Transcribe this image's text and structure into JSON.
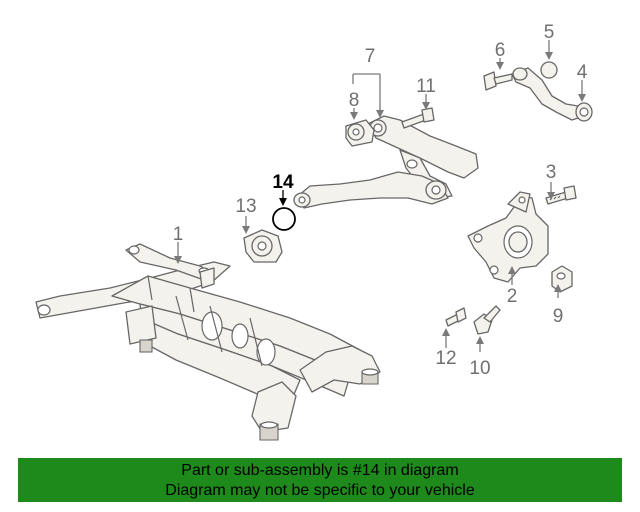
{
  "callouts": [
    {
      "id": "1",
      "label": "1"
    },
    {
      "id": "2",
      "label": "2"
    },
    {
      "id": "3",
      "label": "3"
    },
    {
      "id": "4",
      "label": "4"
    },
    {
      "id": "5",
      "label": "5"
    },
    {
      "id": "6",
      "label": "6"
    },
    {
      "id": "7",
      "label": "7"
    },
    {
      "id": "8",
      "label": "8"
    },
    {
      "id": "9",
      "label": "9"
    },
    {
      "id": "10",
      "label": "10"
    },
    {
      "id": "11",
      "label": "11"
    },
    {
      "id": "12",
      "label": "12"
    },
    {
      "id": "13",
      "label": "13"
    },
    {
      "id": "14",
      "label": "14",
      "highlighted": true
    }
  ],
  "banner": {
    "line1": "Part or sub-assembly is #14 in diagram",
    "line2": "Diagram may not be specific to your vehicle",
    "background": "#1d8a1b"
  },
  "colors": {
    "highlight": "#000000",
    "callout": "#707070"
  }
}
